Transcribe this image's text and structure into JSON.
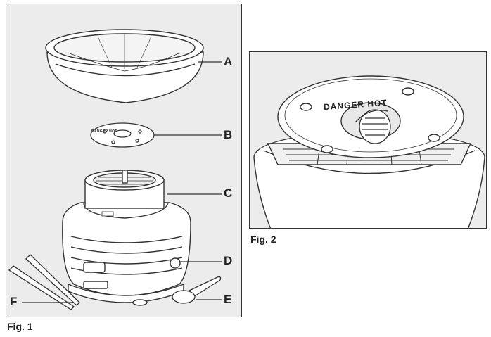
{
  "figures": [
    {
      "caption": "Fig. 1",
      "callouts": [
        "A",
        "B",
        "C",
        "D",
        "E",
        "F"
      ],
      "dial_text": "DANGER HOT"
    },
    {
      "caption": "Fig. 2",
      "dial_text": "DANGER HOT"
    }
  ],
  "colors": {
    "background": "#ececec",
    "line": "#333333",
    "part": "#ffffff"
  }
}
